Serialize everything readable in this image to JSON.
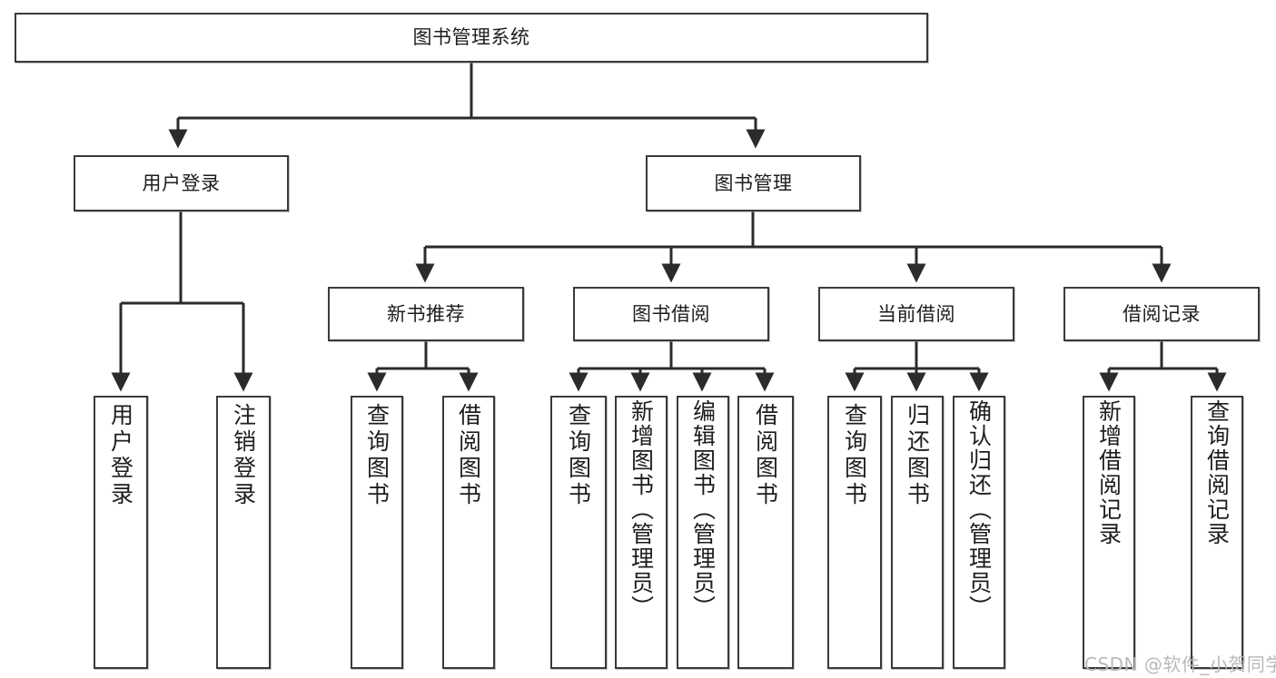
{
  "diagram": {
    "type": "tree-hierarchy-diagram",
    "title": "图书管理系统",
    "theme": {
      "background": "#ffffff",
      "box_border": "#3a3a3a",
      "box_fill": "#ffffff",
      "text": "#1d1d1d",
      "connector": "#2b2b2b",
      "watermark": "#b9b9b9"
    },
    "root": {
      "label": "图书管理系统"
    },
    "level2": [
      {
        "id": "user-login",
        "label": "用户登录"
      },
      {
        "id": "book-management",
        "label": "图书管理"
      }
    ],
    "level3": [
      {
        "id": "new-book-recommend",
        "label": "新书推荐"
      },
      {
        "id": "book-borrow",
        "label": "图书借阅"
      },
      {
        "id": "current-borrow",
        "label": "当前借阅"
      },
      {
        "id": "borrow-record",
        "label": "借阅记录"
      }
    ],
    "leaves": {
      "user-login": [
        {
          "id": "leaf-user-login",
          "label": "用户登录"
        },
        {
          "id": "leaf-logout-login",
          "label": "注销登录"
        }
      ],
      "new-book-recommend": [
        {
          "id": "leaf-query-book-1",
          "label": "查询图书"
        },
        {
          "id": "leaf-borrow-book-1",
          "label": "借阅图书"
        }
      ],
      "book-borrow": [
        {
          "id": "leaf-query-book-2",
          "label": "查询图书"
        },
        {
          "id": "leaf-add-book",
          "label": "新增图书（管理员）"
        },
        {
          "id": "leaf-edit-book",
          "label": "编辑图书（管理员）"
        },
        {
          "id": "leaf-borrow-book-2",
          "label": "借阅图书"
        }
      ],
      "current-borrow": [
        {
          "id": "leaf-query-book-3",
          "label": "查询图书"
        },
        {
          "id": "leaf-return-book",
          "label": "归还图书"
        },
        {
          "id": "leaf-confirm-return",
          "label": "确认归还（管理员）"
        }
      ],
      "borrow-record": [
        {
          "id": "leaf-add-record",
          "label": "新增借阅记录"
        },
        {
          "id": "leaf-query-record",
          "label": "查询借阅记录"
        }
      ]
    },
    "watermark": "CSDN @软件_小贺同学"
  }
}
